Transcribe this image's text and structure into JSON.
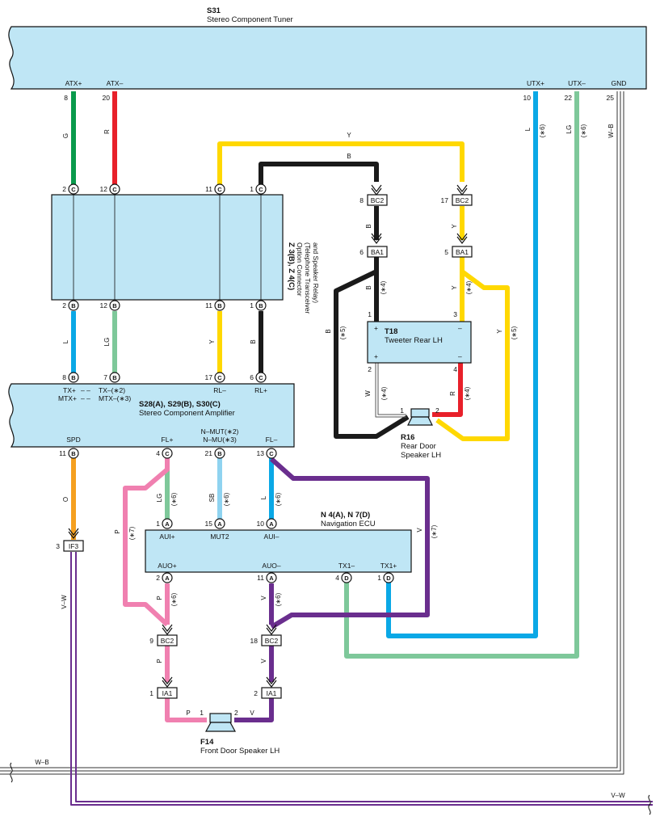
{
  "components": {
    "tuner": {
      "code": "S31",
      "name": "Stereo Component Tuner"
    },
    "option": {
      "code": "Z 3(B), Z 4(C)",
      "name": "Option Connector",
      "sub1": "(Telephone Transceiver",
      "sub2": "and Speaker Relay)"
    },
    "amp": {
      "code": "S28(A), S29(B), S30(C)",
      "name": "Stereo Component Amplifier"
    },
    "tweeter": {
      "code": "T18",
      "name": "Tweeter Rear LH"
    },
    "rear_spk": {
      "code": "R16",
      "name1": "Rear Door",
      "name2": "Speaker LH"
    },
    "nav": {
      "code": "N 4(A), N 7(D)",
      "name": "Navigation ECU"
    },
    "front_spk": {
      "code": "F14",
      "name": "Front Door Speaker LH"
    }
  },
  "tuner_pins": {
    "atx_p": "ATX+",
    "atx_m": "ATX–",
    "utx_p": "UTX+",
    "utx_m": "UTX–",
    "gnd": "GND",
    "n_atx_p": "8",
    "n_atx_m": "20",
    "n_utx_p": "10",
    "n_utx_m": "22",
    "n_gnd": "25"
  },
  "option_pins_top": [
    {
      "n": "2",
      "c": "C"
    },
    {
      "n": "12",
      "c": "C"
    },
    {
      "n": "11",
      "c": "C"
    },
    {
      "n": "1",
      "c": "C"
    }
  ],
  "option_pins_bottom": [
    {
      "n": "2",
      "c": "B"
    },
    {
      "n": "12",
      "c": "B"
    },
    {
      "n": "11",
      "c": "B"
    },
    {
      "n": "1",
      "c": "B"
    }
  ],
  "amp_pins_top": [
    {
      "n": "8",
      "c": "B"
    },
    {
      "n": "7",
      "c": "B"
    },
    {
      "n": "17",
      "c": "C"
    },
    {
      "n": "6",
      "c": "C"
    }
  ],
  "amp_labels_top": {
    "tx_p": "TX+",
    "mtx_p": "MTX+",
    "tx_m": "TX–(∗2)",
    "mtx_m": "MTX–(∗3)",
    "rl_m": "RL–",
    "rl_p": "RL+",
    "dash1": "– –",
    "dash2": "– –"
  },
  "amp_pins_bottom": [
    {
      "n": "11",
      "c": "B"
    },
    {
      "n": "4",
      "c": "C"
    },
    {
      "n": "21",
      "c": "B"
    },
    {
      "n": "13",
      "c": "C"
    }
  ],
  "amp_labels_bottom": {
    "spd": "SPD",
    "fl_p": "FL+",
    "nmut": "N–MUT(∗2)",
    "nmu": "N–MU(∗3)",
    "fl_m": "FL–"
  },
  "nav_pins_top": [
    {
      "n": "1",
      "c": "A"
    },
    {
      "n": "15",
      "c": "A"
    },
    {
      "n": "10",
      "c": "A"
    }
  ],
  "nav_labels_top": {
    "aui_p": "AUI+",
    "mut2": "MUT2",
    "aui_m": "AUI–"
  },
  "nav_pins_bottom": [
    {
      "n": "2",
      "c": "A"
    },
    {
      "n": "11",
      "c": "A"
    },
    {
      "n": "4",
      "c": "D"
    },
    {
      "n": "1",
      "c": "D"
    }
  ],
  "nav_labels_bottom": {
    "auo_p": "AUO+",
    "auo_m": "AUO–",
    "tx1_m": "TX1–",
    "tx1_p": "TX1+"
  },
  "connectors": {
    "bc2_a": "BC2",
    "bc2_b": "BC2",
    "ba1_a": "BA1",
    "ba1_b": "BA1",
    "if3": "IF3",
    "bc2_c": "BC2",
    "bc2_d": "BC2",
    "ia1_a": "IA1",
    "ia1_b": "IA1"
  },
  "connector_pins": {
    "bc2_a": "8",
    "bc2_b": "17",
    "ba1_a": "6",
    "ba1_b": "5",
    "if3": "3",
    "bc2_c": "9",
    "bc2_d": "18",
    "ia1_a": "1",
    "ia1_b": "2"
  },
  "tweeter_pins": {
    "p1": "1",
    "p2": "2",
    "p3": "3",
    "p4": "4",
    "plus1": "+",
    "minus1": "–",
    "plus2": "+",
    "minus2": "–"
  },
  "speaker_pins": {
    "r1": "1",
    "r2": "2",
    "f1": "1",
    "f2": "2"
  },
  "wire_labels": {
    "g": "G",
    "r": "R",
    "y_top": "Y",
    "b_top": "B",
    "l_utx": "L",
    "lg_utx": "LG",
    "wb_gnd": "W–B",
    "s6a": "(∗6)",
    "s6b": "(∗6)",
    "b_bc2": "B",
    "y_bc2": "Y",
    "b_ba1": "B",
    "s4a": "(∗4)",
    "y_ba1": "Y",
    "s4b": "(∗4)",
    "b_loop": "B",
    "s5a": "(∗5)",
    "y_loop": "Y",
    "s5b": "(∗5)",
    "w_tw": "W",
    "s4c": "(∗4)",
    "r_tw": "R",
    "s4d": "(∗4)",
    "l_opt": "L",
    "lg_opt": "LG",
    "y_opt": "Y",
    "b_opt": "B",
    "o_spd": "O",
    "p_left": "P",
    "s7a": "(∗7)",
    "lg_nav": "LG",
    "s6c": "(∗6)",
    "sb_nav": "SB",
    "s6d": "(∗6)",
    "l_nav": "L",
    "s6e": "(∗6)",
    "v_right": "V",
    "s7b": "(∗7)",
    "vw_left": "V–W",
    "p_nav": "P",
    "s6f": "(∗6)",
    "v_nav": "V",
    "s6g": "(∗6)",
    "p_bc2": "P",
    "v_bc2": "V",
    "p_spk": "P",
    "v_spk": "V",
    "wb_bottom": "W–B",
    "vw_bottom": "V–W"
  },
  "colors": {
    "green": "#0a9a4c",
    "red": "#e8202a",
    "yellow": "#ffd800",
    "black": "#1a1a1a",
    "blue": "#0aa8e6",
    "lightgreen": "#7ec89a",
    "lightblue": "#8fd3f0",
    "pink": "#f080b0",
    "purple": "#6a2e8e",
    "orange": "#f5a020",
    "box": "#bfe6f5"
  }
}
